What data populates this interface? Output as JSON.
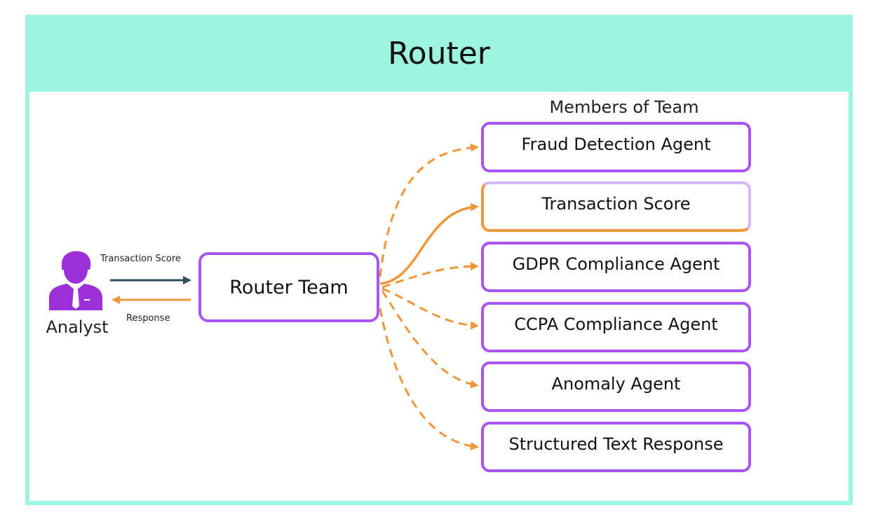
{
  "title": "Router",
  "members_heading": "Members of Team",
  "router": {
    "label": "Router Team"
  },
  "analyst": {
    "label": "Analyst",
    "icon": "analyst-person-icon"
  },
  "flows": {
    "request_label": "Transaction Score",
    "response_label": "Response"
  },
  "members": [
    {
      "label": "Fraud Detection Agent"
    },
    {
      "label": "Transaction Score"
    },
    {
      "label": "GDPR Compliance Agent"
    },
    {
      "label": "CCPA Compliance Agent"
    },
    {
      "label": "Anomaly Agent"
    },
    {
      "label": "Structured Text Response"
    }
  ],
  "colors": {
    "header": "#9df5e0",
    "box_border": "#a855f7",
    "arrow_orange": "#f0953a",
    "arrow_dark": "#2f4f5f",
    "analyst_icon": "#9b30d9"
  }
}
